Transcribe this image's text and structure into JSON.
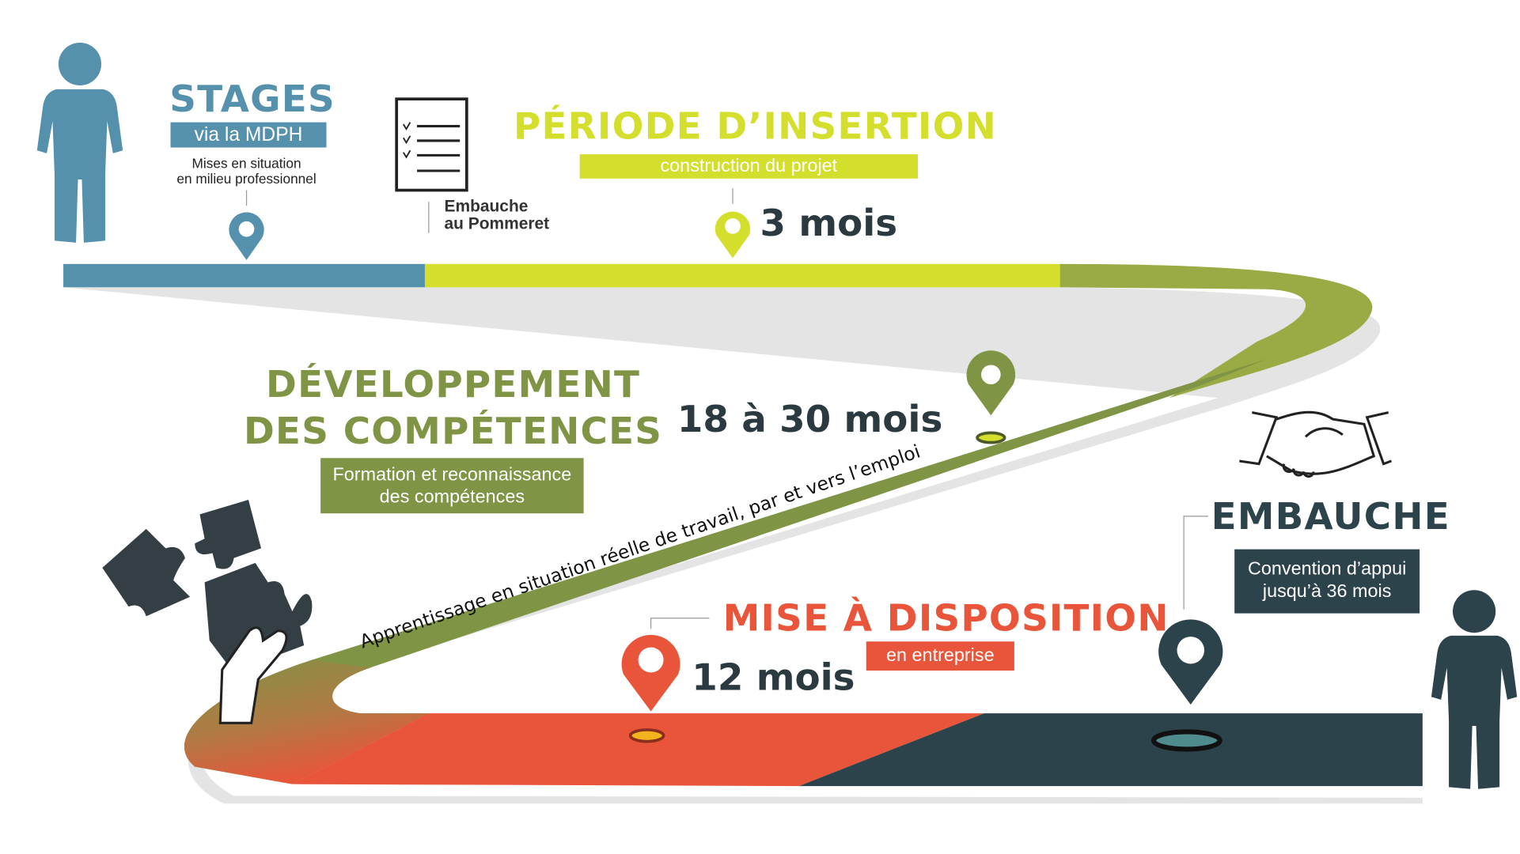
{
  "stages": {
    "title": "STAGES",
    "badge": "via la MDPH",
    "desc_line1": "Mises en situation",
    "desc_line2": "en milieu professionnel"
  },
  "embauche_pommeret": {
    "line1": "Embauche",
    "line2": "au Pommeret"
  },
  "insertion": {
    "title": "PÉRIODE D’INSERTION",
    "badge": "construction du projet",
    "duration": "3 mois"
  },
  "developpement": {
    "title_line1": "DÉVELOPPEMENT",
    "title_line2": "DES COMPÉTENCES",
    "badge_line1": "Formation et reconnaissance",
    "badge_line2": "des compétences",
    "duration": "18 à 30 mois"
  },
  "road_text": "Apprentissage en situation réelle de travail, par et vers l’emploi",
  "mise_disposition": {
    "title": "MISE À DISPOSITION",
    "badge": "en entreprise",
    "duration": "12 mois"
  },
  "embauche": {
    "title": "EMBAUCHE",
    "badge_line1": "Convention d’appui",
    "badge_line2": "jusqu’à 36 mois"
  },
  "colors": {
    "blue": "#5591ad",
    "yellow": "#d4de2c",
    "olive": "#7f9444",
    "red": "#e9553a",
    "dark": "#2c434b"
  }
}
